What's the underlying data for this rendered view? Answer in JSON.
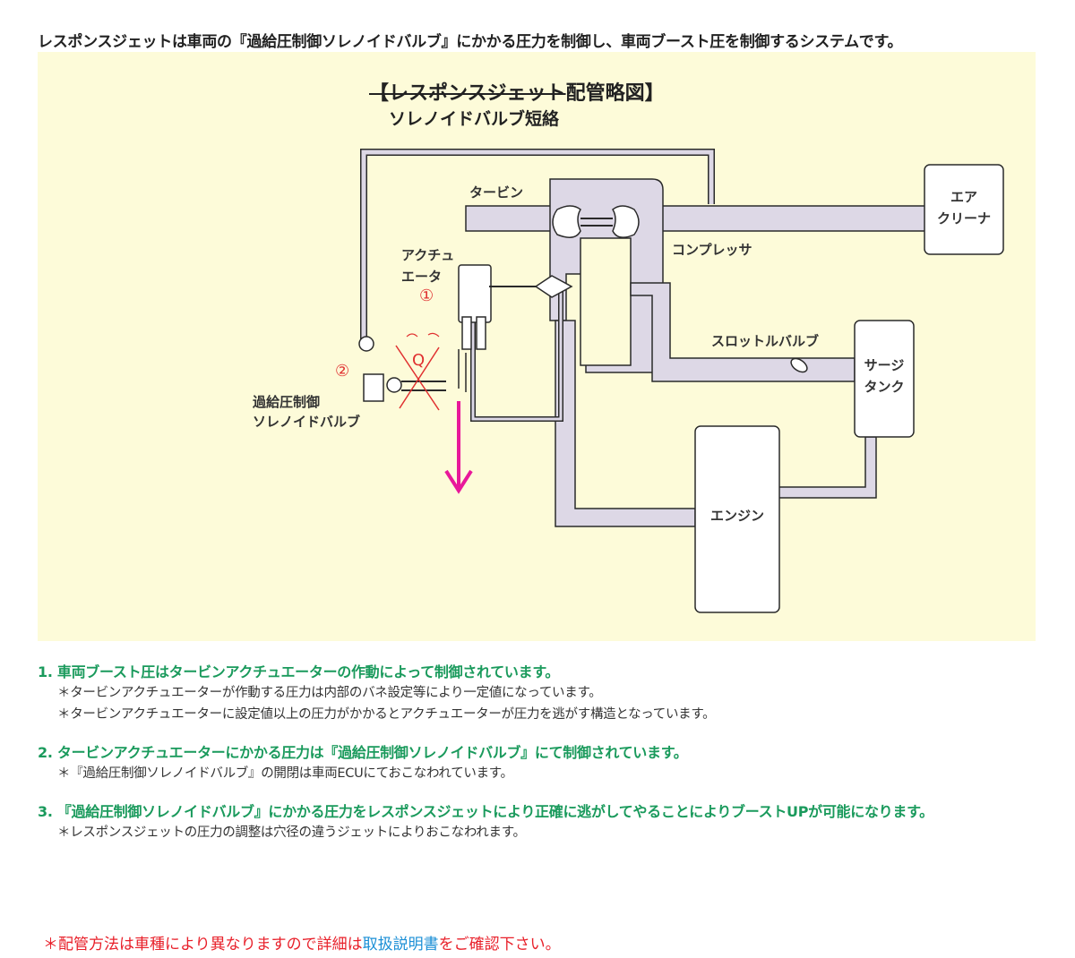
{
  "intro": "レスポンスジェットは車両の『過給圧制御ソレノイドバルブ』にかかる圧力を制御し、車両ブースト圧を制御するシステムです。",
  "diagram": {
    "title_strike": "【レスポンスジェット",
    "title_rest": "配管略図】",
    "subtitle": "ソレノイドバルブ短絡",
    "labels": {
      "turbine": "タービン",
      "compressor": "コンプレッサ",
      "actuator_1": "アクチュ",
      "actuator_2": "エータ",
      "num1": "①",
      "num2": "②",
      "solenoid_1": "過給圧制御",
      "solenoid_2": "ソレノイドバルブ",
      "throttle": "スロットルバルブ",
      "air_cleaner_1": "エア",
      "air_cleaner_2": "クリーナ",
      "surge_1": "サージ",
      "surge_2": "タンク",
      "engine": "エンジン"
    },
    "colors": {
      "pipe": "#ddd8e6",
      "pipe_stroke": "#2a2a2a",
      "bg": "#fdfbd9",
      "arrow": "#e8189a",
      "mark": "#e03030"
    }
  },
  "notes": [
    {
      "heading": "1. 車両ブースト圧はタービンアクチュエーターの作動によって制御されています。",
      "subs": [
        "＊タービンアクチュエーターが作動する圧力は内部のバネ設定等により一定値になっています。",
        "＊タービンアクチュエーターに設定値以上の圧力がかかるとアクチュエーターが圧力を逃がす構造となっています。"
      ]
    },
    {
      "heading": "2. タービンアクチュエーターにかかる圧力は『過給圧制御ソレノイドバルブ』にて制御されています。",
      "subs": [
        "＊『過給圧制御ソレノイドバルブ』の開閉は車両ECUにておこなわれています。"
      ]
    },
    {
      "heading": "3. 『過給圧制御ソレノイドバルブ』にかかる圧力をレスポンスジェットにより正確に逃がしてやることによりブーストUPが可能になります。",
      "subs": [
        "＊レスポンスジェットの圧力の調整は穴径の違うジェットによりおこなわれます。"
      ]
    }
  ],
  "warning": {
    "pre": "＊配管方法は車種により異なりますので詳細は",
    "link": "取扱説明書",
    "post": "をご確認下さい。"
  }
}
